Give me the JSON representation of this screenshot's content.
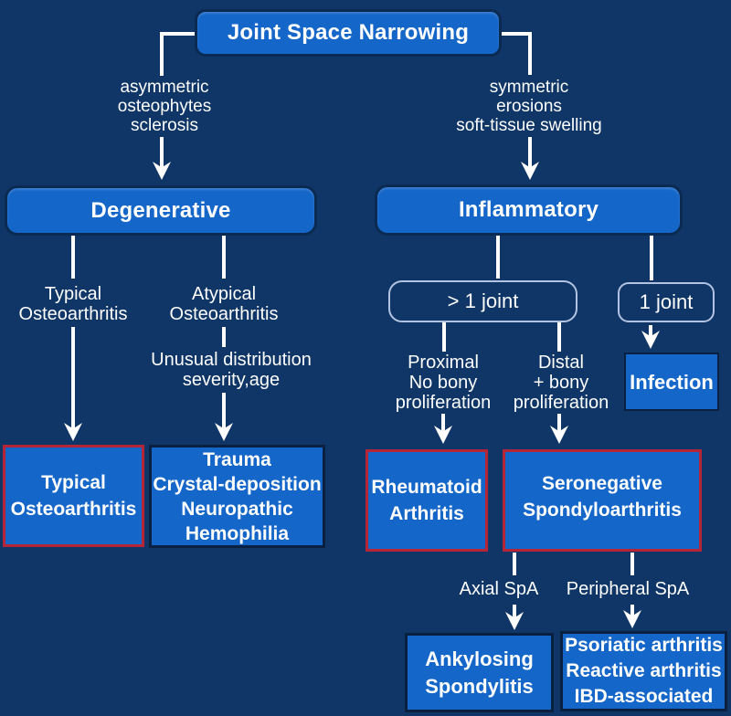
{
  "diagram_title": "Joint Space Narrowing differential diagnosis flowchart",
  "colors": {
    "background": "#0f3666",
    "box_fill": "#1466c9",
    "box_border_dark": "#0b2a52",
    "red_border": "#b52437",
    "outline_border": "#b3c4e3",
    "text": "#ffffff",
    "arrow": "#ffffff"
  },
  "nodes": {
    "root": {
      "label": "Joint Space Narrowing"
    },
    "left_criteria": {
      "label": "asymmetric\nosteophytes\nsclerosis"
    },
    "right_criteria": {
      "label": "symmetric\nerosions\nsoft-tissue swelling"
    },
    "degenerative": {
      "label": "Degenerative"
    },
    "inflammatory": {
      "label": "Inflammatory"
    },
    "typical_oa_branch": {
      "label": "Typical\nOsteoarthritis"
    },
    "atypical_oa_branch": {
      "label": "Atypical\nOsteoarthritis"
    },
    "unusual_criteria": {
      "label": "Unusual distribution\nseverity,age"
    },
    "typical_oa_box": {
      "label": "Typical\nOsteoarthritis"
    },
    "trauma_box": {
      "label": "Trauma\nCrystal-deposition\nNeuropathic\nHemophilia"
    },
    "gt_one_joint": {
      "label": "> 1 joint"
    },
    "one_joint": {
      "label": "1 joint"
    },
    "proximal_criteria": {
      "label": "Proximal\nNo bony\nproliferation"
    },
    "distal_criteria": {
      "label": "Distal\n+ bony\nproliferation"
    },
    "infection_box": {
      "label": "Infection"
    },
    "rheumatoid_box": {
      "label": "Rheumatoid\nArthritis"
    },
    "seronegative_box": {
      "label": "Seronegative\nSpondyloarthritis"
    },
    "axial_spa": {
      "label": "Axial SpA"
    },
    "peripheral_spa": {
      "label": "Peripheral SpA"
    },
    "ankylosing_box": {
      "label": "Ankylosing\nSpondylitis"
    },
    "psoriatic_box": {
      "label": "Psoriatic arthritis\nReactive arthritis\nIBD-associated"
    }
  }
}
